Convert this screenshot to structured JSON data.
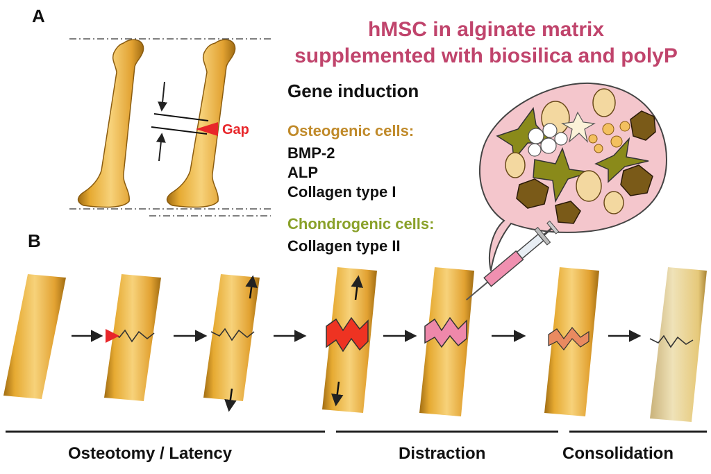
{
  "panels": {
    "a": "A",
    "b": "B"
  },
  "title": {
    "line1": "hMSC in alginate matrix",
    "line2": "supplemented with biosilica and polyP",
    "color": "#c0446c"
  },
  "gap_label": "Gap",
  "gene_induction": {
    "heading": "Gene induction",
    "osteogenic": {
      "label": "Osteogenic cells:",
      "color": "#c08a2a",
      "items": [
        "BMP-2",
        "ALP",
        "Collagen type I"
      ]
    },
    "chondrogenic": {
      "label": "Chondrogenic cells:",
      "color": "#8aa12a",
      "items": [
        "Collagen type II"
      ]
    }
  },
  "stages": [
    {
      "label": "Osteotomy / Latency"
    },
    {
      "label": "Distraction"
    },
    {
      "label": "Consolidation"
    }
  ],
  "colors": {
    "bone": "#f2c45a",
    "bone_dark": "#b07d1c",
    "gap_red": "#ee3322",
    "gap_pink": "#ee88aa",
    "bubble": "#f4c6cc"
  }
}
